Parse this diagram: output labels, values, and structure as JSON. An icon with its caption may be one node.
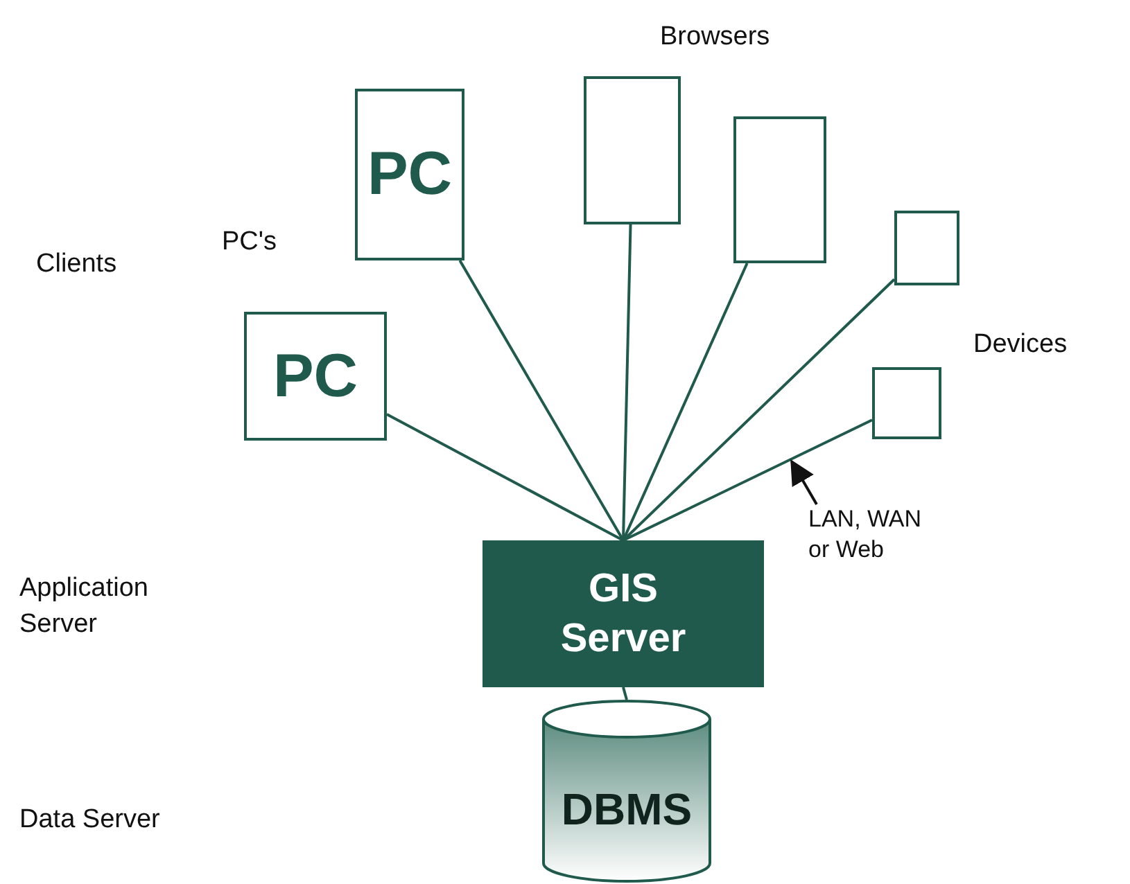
{
  "diagram": {
    "nodes": [
      {
        "text": [
          "PC"
        ]
      },
      {
        "text": [
          "PC"
        ]
      },
      {
        "text": [],
        "shape": "box"
      },
      {
        "text": [],
        "shape": "box"
      },
      {
        "text": [],
        "shape": "box"
      },
      {
        "text": [],
        "shape": "box"
      },
      {
        "text": [
          "GIS Server"
        ]
      },
      {
        "text": [
          "DBMS"
        ]
      },
      {
        "text": [
          "LAN, WAN or Web"
        ]
      }
    ],
    "edges": [
      {
        "from": 0,
        "to": 6,
        "arrow": "none"
      },
      {
        "from": 1,
        "to": 6,
        "arrow": "none"
      },
      {
        "from": 2,
        "to": 6,
        "arrow": "none"
      },
      {
        "from": 3,
        "to": 6,
        "arrow": "none"
      },
      {
        "from": 4,
        "to": 6,
        "arrow": "none"
      },
      {
        "from": 5,
        "to": 6,
        "arrow": "none"
      },
      {
        "from": 6,
        "to": 7,
        "arrow": "none"
      },
      {
        "from": 8,
        "to": null,
        "arrow": "to"
      }
    ],
    "labels": [
      "Browsers",
      "Clients",
      "PC's",
      "Devices",
      "Application Server",
      "Data Server"
    ]
  }
}
